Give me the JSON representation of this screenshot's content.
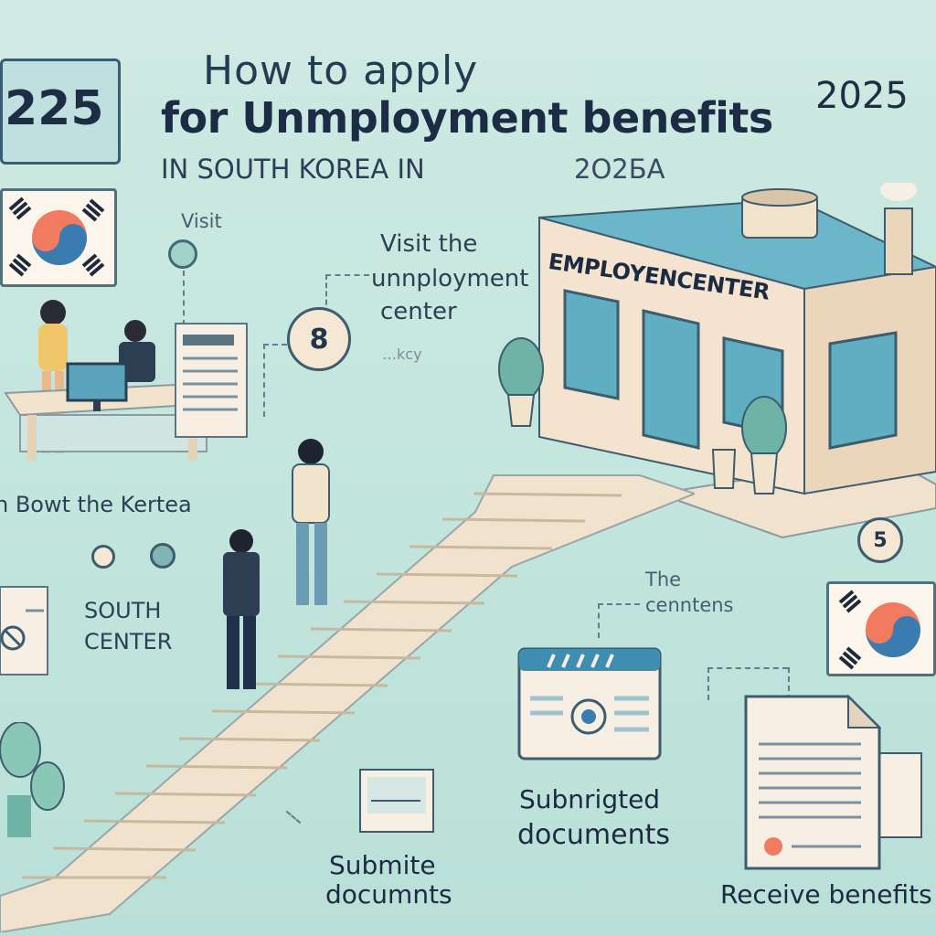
{
  "title": {
    "line1": "How    to apply",
    "line2": "for Unmployment benefits",
    "line3": "IN SOUTH KOREA  IN",
    "line3_year": "2O2БA"
  },
  "year_right": "2025",
  "year_badge": "225",
  "building": {
    "sign": "EMPLOYENCENTER"
  },
  "labels": {
    "visit_small": "Visit",
    "visit_center": [
      "Visit the",
      "unnployment",
      "center"
    ],
    "faint_note": "…kcy",
    "bowt": "n Bowt the Kertea",
    "south_center": [
      "SOUTH",
      "CENTER"
    ],
    "the_centers": [
      "The",
      "cenntens"
    ],
    "submitted_documents": [
      "Subnrigted",
      "documents"
    ],
    "submite_documents": [
      "Submite",
      "documnts"
    ],
    "receive": "Receive benefits"
  },
  "step_numbers": {
    "upper": "8",
    "right": "5"
  },
  "colors": {
    "background": "#c4e6de",
    "dark_text": "#1c2c44",
    "flag_red": "#f07b60",
    "flag_blue": "#3a7bb0",
    "building_wall": "#f4e4cf",
    "building_roof": "#6bb6c8",
    "stairs": "#f1e2cd"
  }
}
